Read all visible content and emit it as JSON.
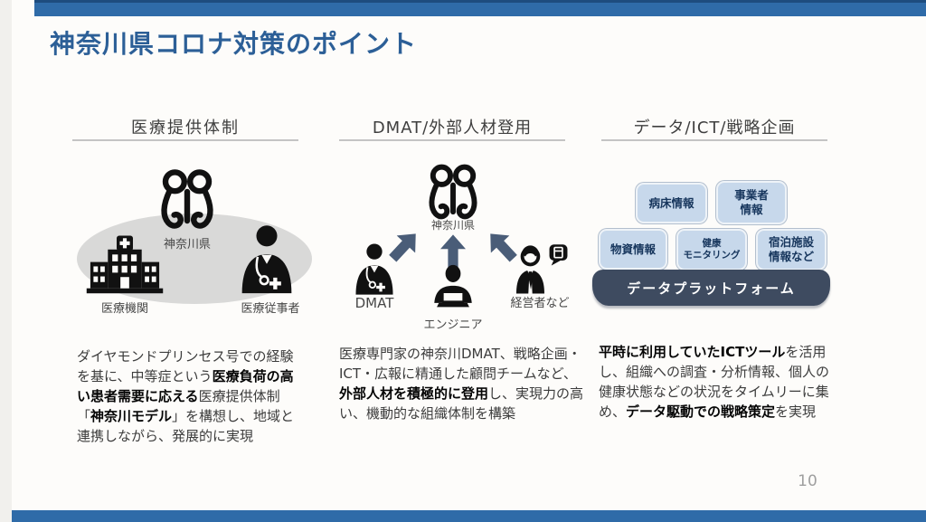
{
  "slide": {
    "title": "神奈川県コロナ対策のポイント",
    "page_number": "10"
  },
  "colors": {
    "bar_blue": "#2f6ba8",
    "bar_blue_dark": "#1e4c7e",
    "title_blue": "#2c5f97",
    "ellipse_gray": "#d9d9d8",
    "icon_black": "#111111",
    "arrow_slate": "#4a5d78",
    "box_fill": "#c7d8eb",
    "box_text_navy": "#17365d",
    "platform_navy": "#3e4b60"
  },
  "columns": [
    {
      "header": "医療提供体制",
      "diagram": {
        "crest_icon": "kanagawa-crest-icon",
        "crest_label": "神奈川県",
        "hospital_icon": "hospital-icon",
        "hospital_label": "医療機関",
        "doctor_icon": "doctor-icon",
        "doctor_label": "医療従事者"
      },
      "paragraph": [
        {
          "t": "ダイヤモンドプリンセス号での経験を基に、中等症という",
          "b": false
        },
        {
          "t": "医療負荷の高い患者需要に応える",
          "b": true
        },
        {
          "t": "医療提供体制「",
          "b": false
        },
        {
          "t": "神奈川モデル",
          "b": true
        },
        {
          "t": "」を構想し、地域と連携しながら、発展的に実現",
          "b": false
        }
      ]
    },
    {
      "header": "DMAT/外部人材登用",
      "diagram": {
        "crest_icon": "kanagawa-crest-icon",
        "crest_label": "神奈川県",
        "arrow_icon": "up-arrow-icon",
        "dmat_icon": "doctor-icon",
        "dmat_label": "DMAT",
        "engineer_icon": "engineer-icon",
        "engineer_label": "エンジニア",
        "manager_icon": "businessman-icon",
        "manager_label": "経営者など"
      },
      "paragraph": [
        {
          "t": "医療専門家の神奈川DMAT、戦略企画・ICT・広報に精通した顧問チームなど、",
          "b": false
        },
        {
          "t": "外部人材を積極的に登用",
          "b": true
        },
        {
          "t": "し、実現力の高い、機動的な組織体制を構築",
          "b": false
        }
      ]
    },
    {
      "header": "データ/ICT/戦略企画",
      "diagram": {
        "boxes": [
          {
            "label": "病床情報"
          },
          {
            "label": "事業者\n情報"
          },
          {
            "label": "物資情報"
          },
          {
            "label": "健康\nモニタリング"
          },
          {
            "label": "宿泊施設\n情報など"
          }
        ],
        "platform_label": "データプラットフォーム"
      },
      "paragraph": [
        {
          "t": "平時に利用していたICTツール",
          "b": true
        },
        {
          "t": "を活用し、組織への調査・分析情報、個人の健康状態などの状況をタイムリーに集め、",
          "b": false
        },
        {
          "t": "データ駆動での戦略策定",
          "b": true
        },
        {
          "t": "を実現",
          "b": false
        }
      ]
    }
  ]
}
